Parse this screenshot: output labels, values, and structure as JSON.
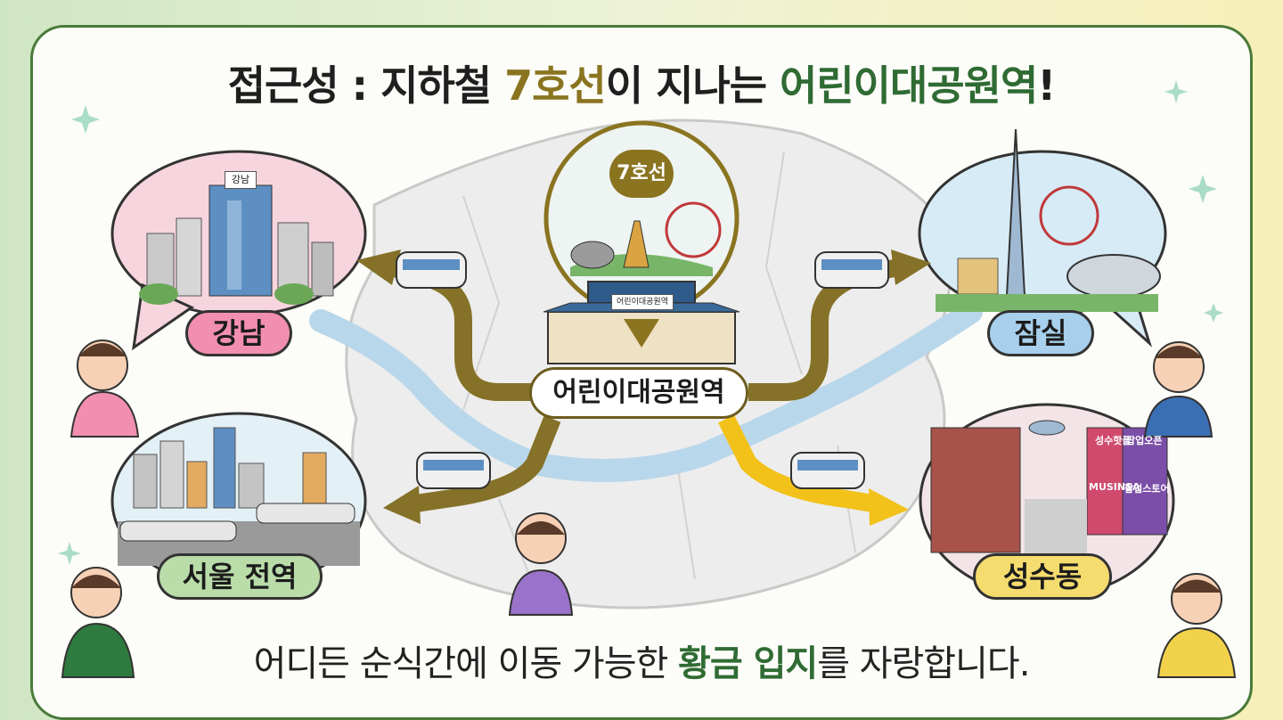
{
  "title": {
    "part1": "접근성 : 지하철 ",
    "highlight1": "7호선",
    "part2": "이 지나는 ",
    "highlight2": "어린이대공원역",
    "part3": "!"
  },
  "center": {
    "station_label": "어린이대공원역",
    "line_badge": "7호선",
    "gate_sign": "어린이대공원역"
  },
  "destinations": {
    "gangnam": "강남",
    "jamsil": "잠실",
    "seoul": "서울 전역",
    "seongsu": "성수동"
  },
  "signs": {
    "building": "강남",
    "shop1": "성수핫플",
    "shop2": "팝업오픈",
    "shop3": "MUSINSA",
    "shop4": "팝업스토어"
  },
  "footer": {
    "part1": "어디든 순식간에 이동 가능한 ",
    "highlight": "황금 입지",
    "part2": "를 자랑합니다."
  },
  "colors": {
    "gold": "#8a7420",
    "green": "#2f6b33",
    "arrow_olive": "#857228",
    "arrow_yellow": "#f2c21a",
    "river": "#b9d7ea"
  }
}
